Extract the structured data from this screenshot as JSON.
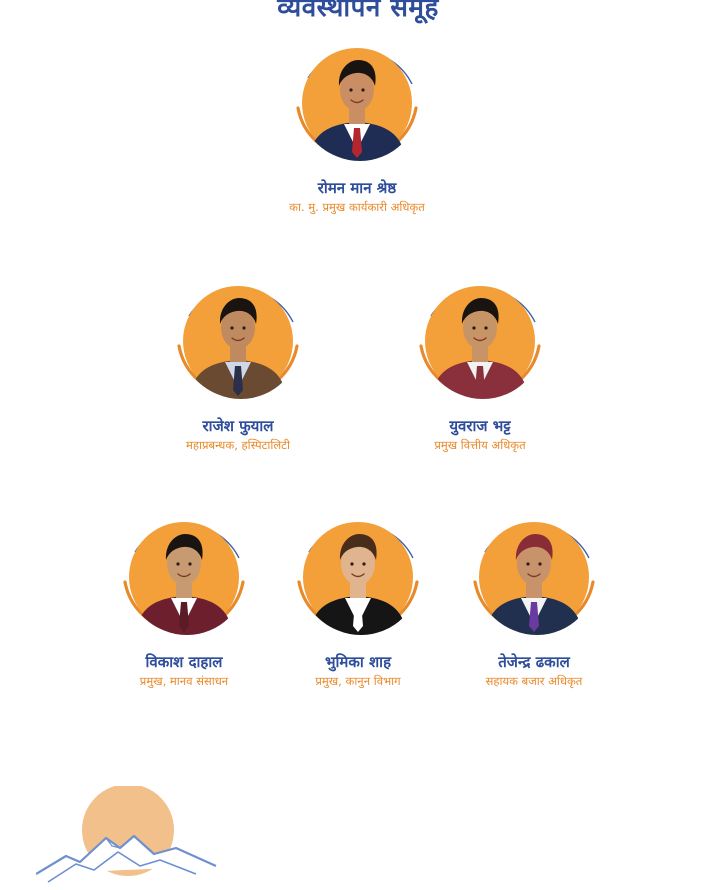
{
  "page": {
    "heading": "व्यवस्थापन समूह"
  },
  "members": [
    {
      "name": "रोमन मान श्रेष्ठ",
      "role": "का. मु. प्रमुख कार्यकारी अधिकृत",
      "suit": "#1f2d55",
      "tie": "#b3262e",
      "shirt": "#ffffff",
      "skin": "#c98e64",
      "hair": "#1a1410"
    },
    {
      "name": "राजेश फुयाल",
      "role": "महाप्रबन्धक, हस्पिटालिटी",
      "suit": "#6b4a32",
      "tie": "#2a2f4a",
      "shirt": "#cfd8e8",
      "skin": "#c08a60",
      "hair": "#1a1410"
    },
    {
      "name": "युवराज भट्ट",
      "role": "प्रमुख वित्तीय अधिकृत",
      "suit": "#8a2f3c",
      "tie": "#8a2f3c",
      "shirt": "#f2f2f2",
      "skin": "#c79468",
      "hair": "#1a1410"
    },
    {
      "name": "विकाश दाहाल",
      "role": "प्रमुख, मानव संसाधन",
      "suit": "#6e1f2e",
      "tie": "#5a1a26",
      "shirt": "#ffffff",
      "skin": "#c89a72",
      "hair": "#1a1410"
    },
    {
      "name": "भुमिका शाह",
      "role": "प्रमुख, कानुन विभाग",
      "suit": "#151515",
      "tie": "#ffffff",
      "shirt": "#ffffff",
      "skin": "#e0b48e",
      "hair": "#4a2c1a"
    },
    {
      "name": "तेजेन्द्र ढकाल",
      "role": "सहायक बजार अधिकृत",
      "suit": "#22304f",
      "tie": "#6a3aa0",
      "shirt": "#f3f3f3",
      "skin": "#c8936a",
      "hair": "#8a2c36"
    }
  ],
  "colors": {
    "primary_blue": "#2e4d9a",
    "accent_orange": "#e8892a",
    "circle_fill": "#f3a03a"
  },
  "footer": {
    "logo_icon": "mountain-sun-logo"
  }
}
